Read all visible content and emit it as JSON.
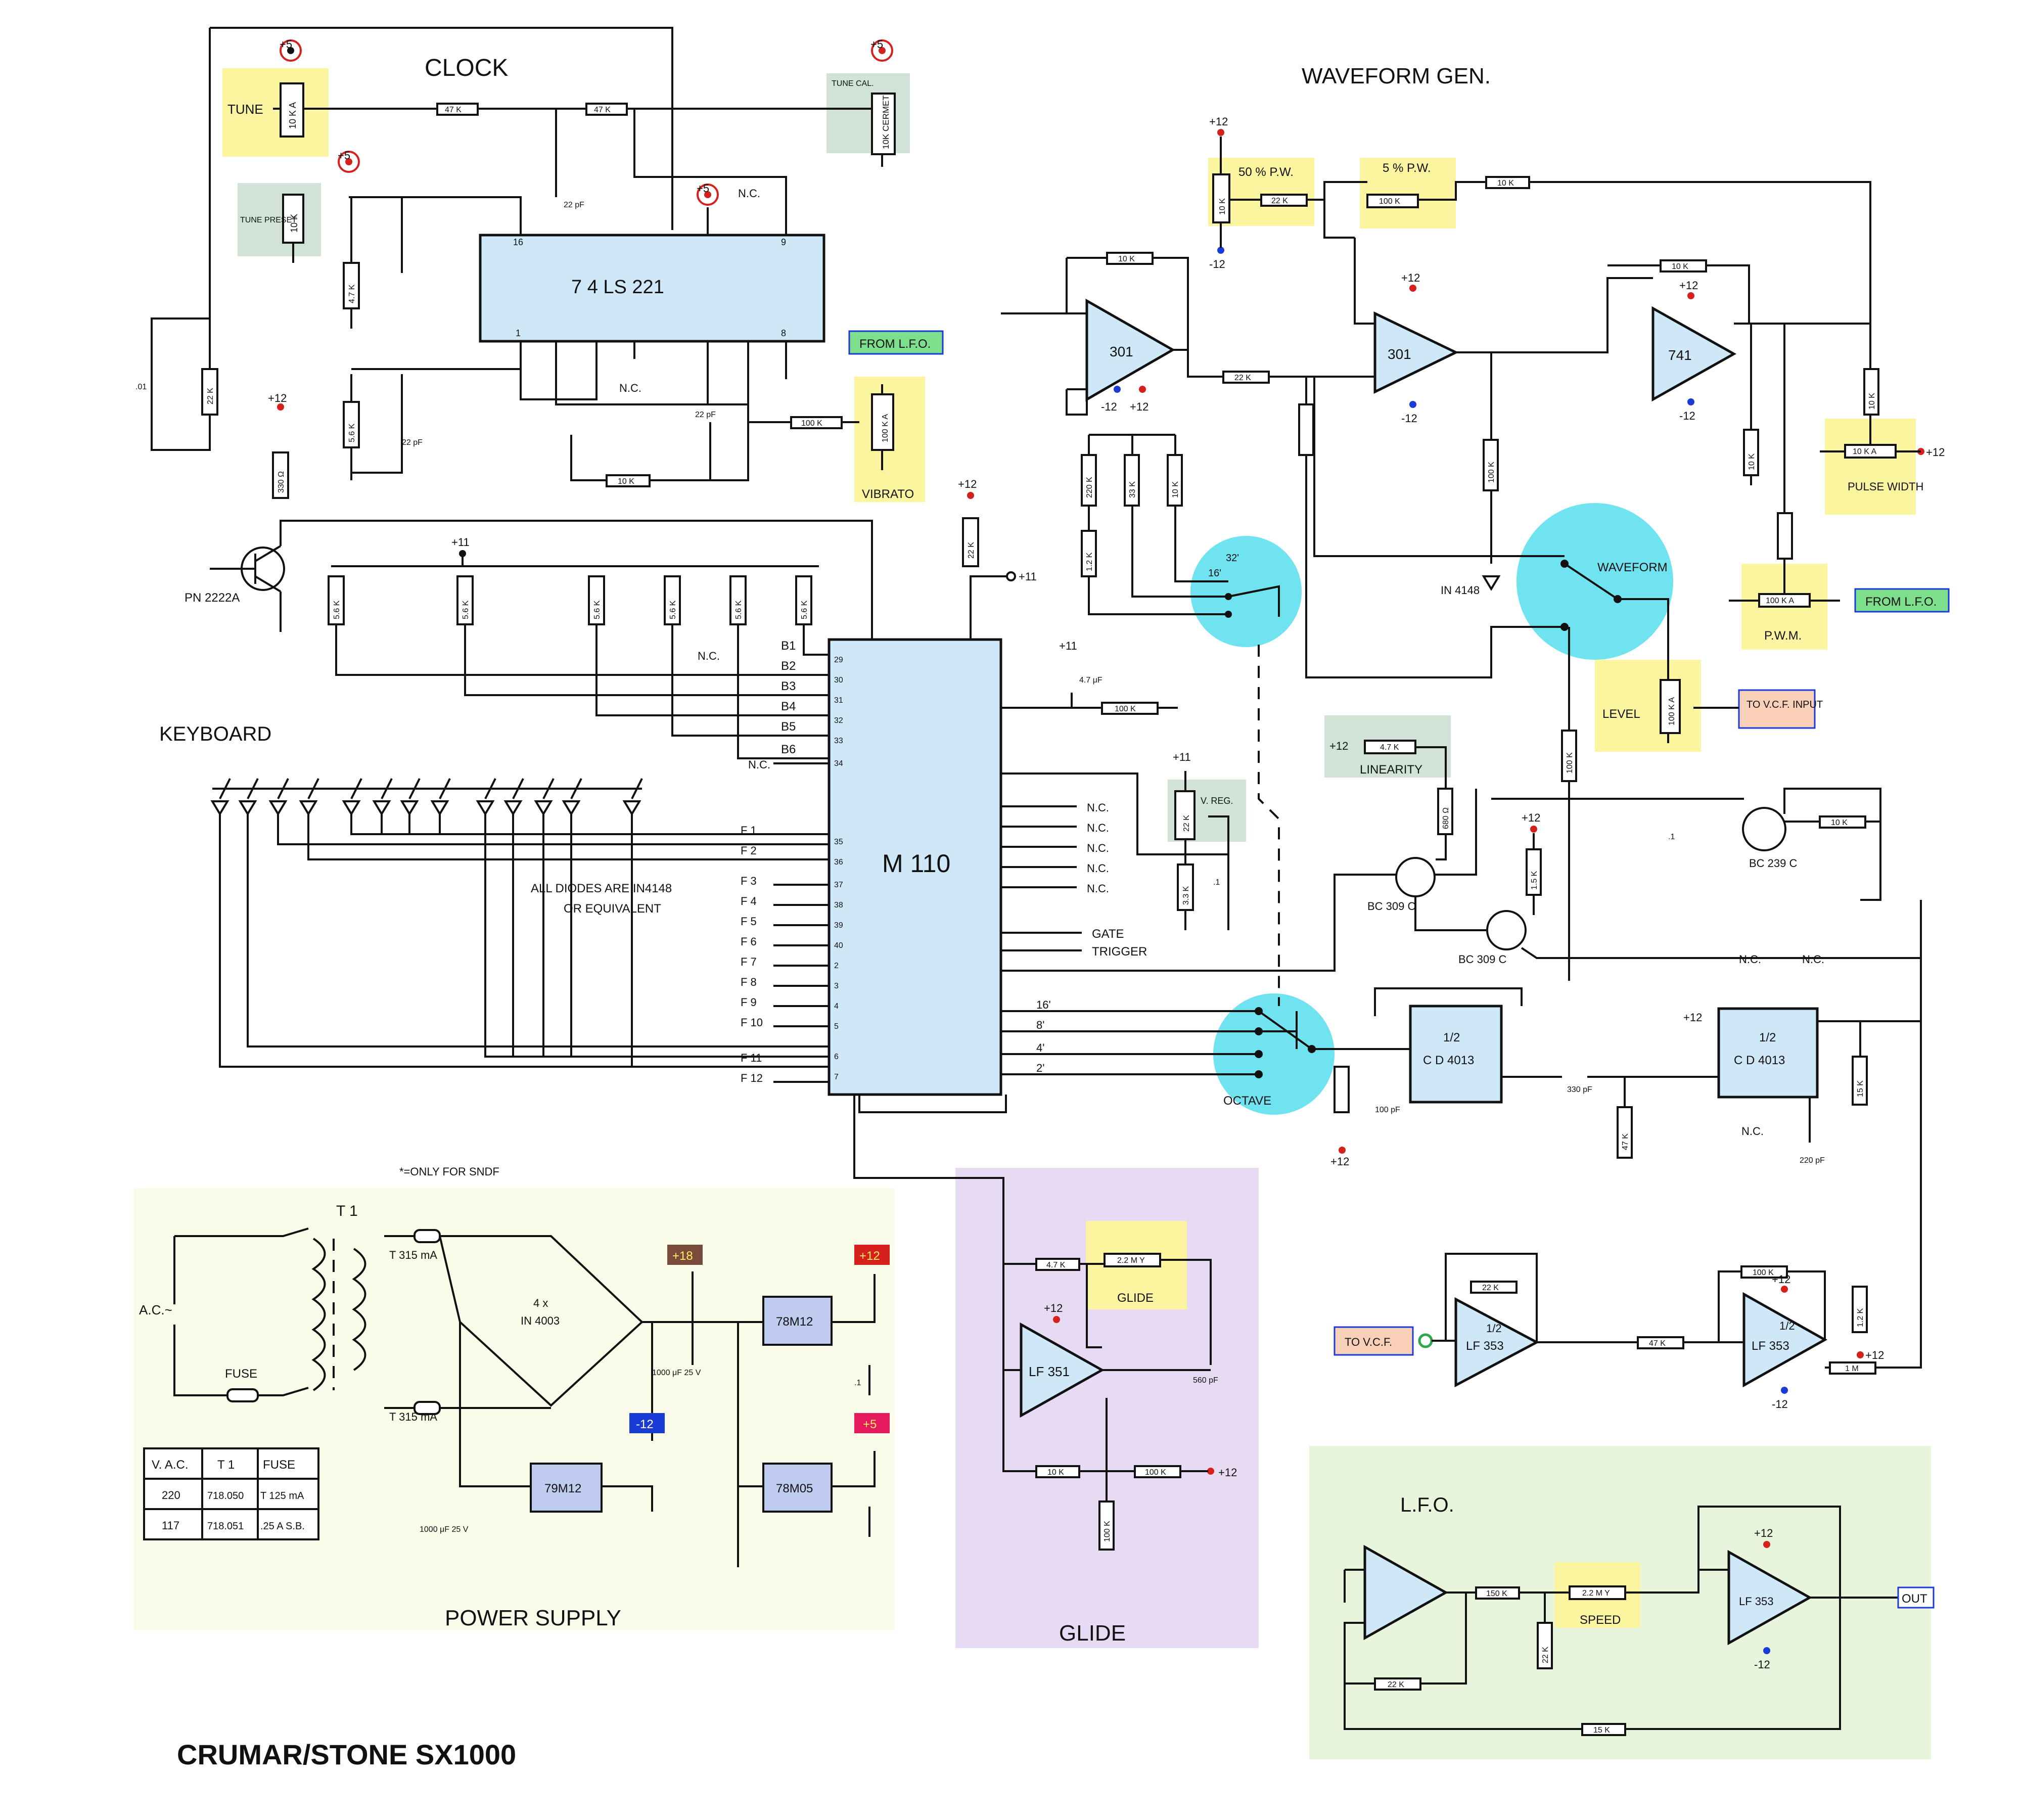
{
  "title": "WAVEFORM  GEN.",
  "brand": "CRUMAR/STONE SX1000",
  "note_only_for": "*=ONLY FOR SNDF",
  "colors": {
    "yellow_hl": "#fbf5a0",
    "green_hl": "#d0e3d6",
    "cyan_switch": "#6fe3f0",
    "chip_fill": "#cfe8f8",
    "psu_bg": "#fbfbe9",
    "glide_bg": "#e7dbf4",
    "lfo_bg": "#e8f5dd",
    "plus12": "#d6201b",
    "minus12": "#1b3bd6"
  },
  "sections": {
    "clock": "CLOCK",
    "waveform_gen": "WAVEFORM  GEN.",
    "keyboard": "KEYBOARD",
    "power_supply": "POWER  SUPPLY",
    "glide": "GLIDE",
    "lfo": "L.F.O."
  },
  "chips": {
    "ls221": "7 4  LS 221",
    "m110": "M 110",
    "cd4013_a_half": "1/2",
    "cd4013_a": "C D 4013",
    "cd4013_b_half": "1/2",
    "cd4013_b": "C D 4013",
    "opamp_301a": "301",
    "opamp_301b": "301",
    "opamp_741": "741",
    "lf351": "LF 351",
    "lf353a": "LF 353",
    "lf353a_half": "1/2",
    "lf353b": "LF 353",
    "lf353b_half": "1/2",
    "lf353_lfo": "LF 353",
    "reg_78m12": "78M12",
    "reg_79m12": "79M12",
    "reg_78m05": "78M05"
  },
  "labels": {
    "tune": "TUNE",
    "tune_preset": "TUNE PRESET",
    "tune_cal": "TUNE CAL.",
    "vibrato": "VIBRATO",
    "from_lfo_1": "FROM L.F.O.",
    "from_lfo_2": "FROM L.F.O.",
    "pw50": "50 % P.W.",
    "pw5": "5 % P.W.",
    "pulse_width": "PULSE WIDTH",
    "pwm": "P.W.M.",
    "waveform": "WAVEFORM",
    "level": "LEVEL",
    "to_vcf_input": "TO V.C.F. INPUT",
    "linearity": "LINEARITY",
    "v_reg": "V. REG.",
    "octave": "OCTAVE",
    "glide_knob": "GLIDE",
    "speed": "SPEED",
    "to_vcf": "TO V.C.F.",
    "out": "OUT",
    "all_diodes": "ALL DIODES ARE IN4148",
    "or_equivalent": "OR EQUIVALENT",
    "gate": "GATE",
    "trigger": "TRIGGER",
    "pn2222a": "PN 2222A",
    "bc239c": "BC 239 C",
    "bc309c_1": "BC 309 C",
    "bc309c_2": "BC 309 C",
    "in4148": "IN 4148",
    "ac": "A.C.~",
    "fuse": "FUSE",
    "t1": "T 1",
    "t315_1": "T 315 mA",
    "t315_2": "T 315 mA",
    "bridge_a": "4 x",
    "bridge_b": "IN 4003",
    "nc": "N.C.",
    "cermet": "10K CERMET",
    "oct_16": "16'",
    "oct_8": "8'",
    "oct_4": "4'",
    "oct_2": "2'",
    "wf_16": "16'",
    "wf_32": "32'"
  },
  "rails": {
    "p5": "+5",
    "p12": "+12",
    "m12": "-12",
    "p11": "+11",
    "p18": "+18"
  },
  "bus_b": [
    "B1",
    "B2",
    "B3",
    "B4",
    "B5",
    "B6"
  ],
  "bus_f": [
    "F 1",
    "F 2",
    "F 3",
    "F 4",
    "F 5",
    "F 6",
    "F 7",
    "F 8",
    "F 9",
    "F 10",
    "F 11",
    "F 12"
  ],
  "m110_pins_left": [
    "29",
    "30",
    "31",
    "32",
    "33",
    "34",
    "35",
    "36",
    "37",
    "38",
    "39",
    "40",
    "2",
    "3",
    "4",
    "5",
    "6",
    "7"
  ],
  "m110_right_nc": [
    "N.C.",
    "N.C.",
    "N.C.",
    "N.C.",
    "N.C."
  ],
  "resistors": {
    "clk_47k_a": "47 K",
    "clk_47k_b": "47 K",
    "tune_pot": "10 K A",
    "preset_pot": "10 K",
    "r47k_v": "4.7 K",
    "r5_6k": "5.6 K",
    "r22k_v": "22 K",
    "r330": "330 Ω",
    "r100k_vib": "100 K",
    "vib_pot": "100 K A",
    "r10k_clk": "10 K",
    "kb_56k": "5.6 K",
    "r22k_m110": "22 K",
    "r100k_m110": "100 K",
    "vreg_pot": "22 K",
    "r3_3k": "3.3 K",
    "pw50_pot": "10 K",
    "r22k_pw": "22 K",
    "pw5_pot": "100 K",
    "r10k_pw": "10 K",
    "r10k_fb301": "10 K",
    "r22k_301": "22 K",
    "r10k_741": "10 K",
    "r10k_pwa": "10 K",
    "r10k_pwb": "10 K",
    "pwm_pot": "100 K A",
    "pw_pot": "10 K A",
    "r220k": "220 K",
    "r33k": "33 K",
    "r10k_wf": "10 K",
    "r12k": "1.2 K",
    "r100k_a": "100 K",
    "r100k_b": "100 K",
    "level_pot": "100 K A",
    "lin_pot": "4.7 K",
    "r680": "680 Ω",
    "r15k": "1.5 K",
    "r10k_bc": "10 K",
    "r47k_ff": "47 K",
    "r47k_ff2": "47 K",
    "r15k_ff": "15 K",
    "glide_r47k": "4.7 K",
    "glide_pot": "2.2 M Y",
    "glide_r10k": "10 K",
    "glide_r100k": "100 K",
    "glide_r100k_v": "100 K",
    "vcf_22k": "22 K",
    "vcf_47k": "47 K",
    "vcf_100k": "100 K",
    "vcf_12k": "1.2 K",
    "vcf_1m": "1 M",
    "lfo_150k": "150 K",
    "lfo_22k_v": "22 K",
    "lfo_22k_h": "22 K",
    "lfo_15k": "15 K",
    "speed_pot": "2.2 M Y"
  },
  "capacitors": {
    "c01": ".01",
    "c22pf_a": "22 pF",
    "c22pf_b": "22 pF",
    "c22pf_c": "22 pF",
    "c47uf": "4.7 μF",
    "c1_vreg": ".1",
    "c1_bc": ".1",
    "c100pf": "100 pF",
    "c330pf": "330 pF",
    "c220pf": "220 pF",
    "c560pf": "560 pF",
    "c1000uf_a": "1000 μF 25 V",
    "c1000uf_b": "1000 μF 25 V",
    "c1_psu": ".1"
  },
  "fuse_table": {
    "headers": [
      "V. A.C.",
      "T 1",
      "FUSE"
    ],
    "rows": [
      [
        "220",
        "718.050",
        "T 125 mA"
      ],
      [
        "117",
        "718.051",
        ".25 A S.B."
      ]
    ]
  }
}
